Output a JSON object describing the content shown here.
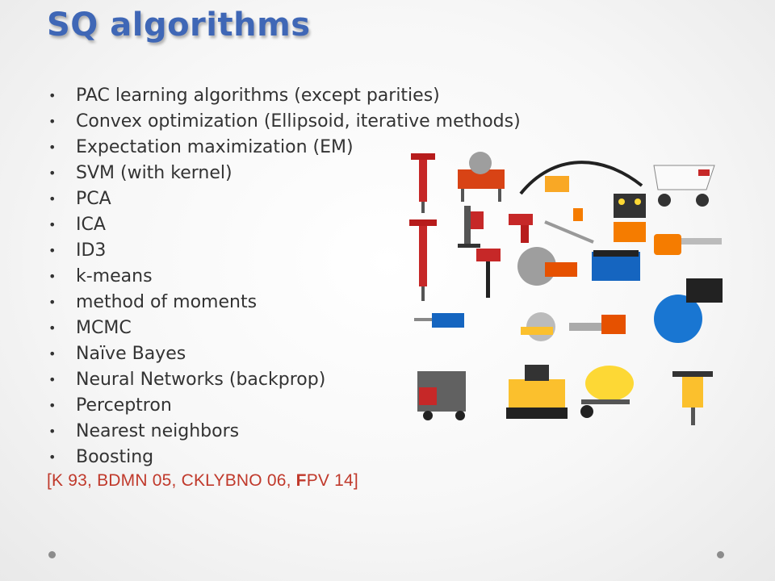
{
  "slide": {
    "title": "SQ algorithms",
    "bullets": [
      "PAC learning algorithms (except parities)",
      "Convex optimization (Ellipsoid, iterative methods)",
      "Expectation maximization (EM)",
      "SVM (with kernel)",
      "PCA",
      "ICA",
      "ID3",
      "k-means",
      "method of moments",
      "MCMC",
      "Naïve Bayes",
      "Neural Networks (backprop)",
      "Perceptron",
      "Nearest neighbors",
      "Boosting"
    ],
    "bullet_glyph": "•",
    "citation_part1": "[K 93, BDMN 05, CKLYBNO 06, ",
    "citation_bold": "F",
    "citation_part2": "PV 14]"
  },
  "image": {
    "description_icon": "power-tools-collage-icon"
  },
  "colors": {
    "title": "#3f67b6",
    "text": "#333333",
    "citation": "#c0392b"
  }
}
